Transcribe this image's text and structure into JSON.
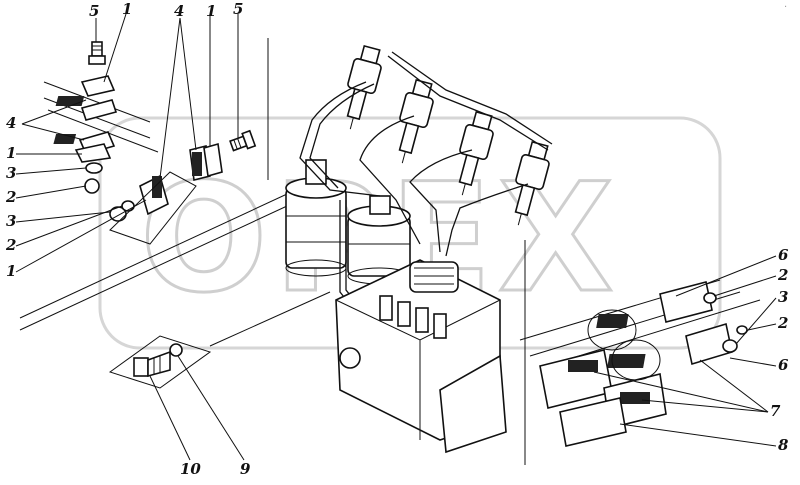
{
  "watermark": {
    "text": "OPEX"
  },
  "corner_mark": {
    "text": "·"
  },
  "callouts": {
    "top_left_5": "5",
    "top_left_1": "1",
    "top_mid_4": "4",
    "top_mid_1": "1",
    "top_mid_5": "5",
    "left_4": "4",
    "left_1a": "1",
    "left_3a": "3",
    "left_2a": "2",
    "left_3b": "3",
    "left_2b": "2",
    "left_1b": "1",
    "bottom_10": "10",
    "bottom_9": "9",
    "right_6a": "6",
    "right_2a": "2",
    "right_3": "3",
    "right_2b": "2",
    "right_6b": "6",
    "right_7": "7",
    "right_8": "8"
  }
}
